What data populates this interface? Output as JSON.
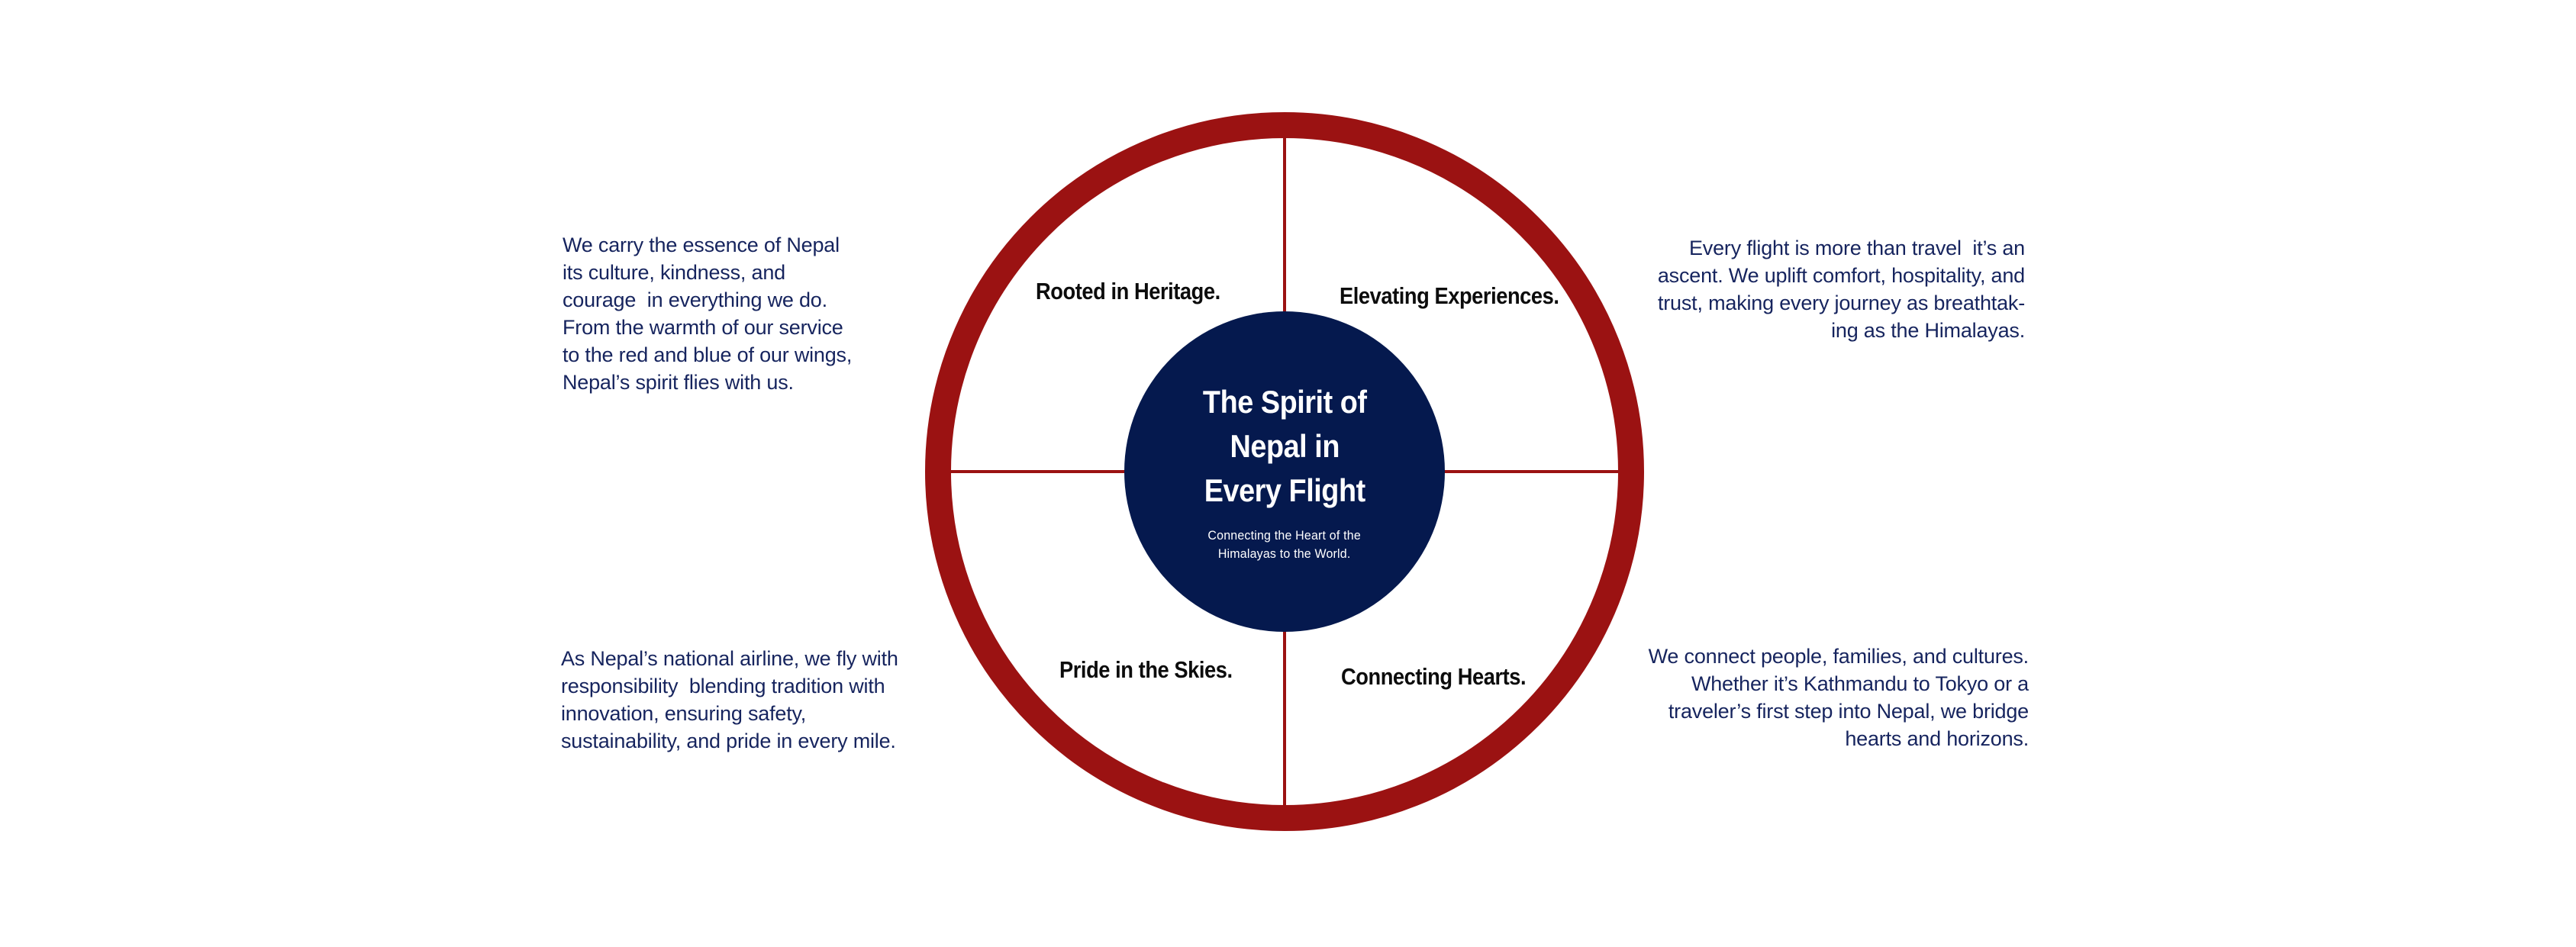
{
  "colors": {
    "background": "#ffffff",
    "ring_red": "#9b1212",
    "line_red": "#9b1212",
    "navy": "#05194e",
    "title_white": "#ffffff",
    "label_black": "#0c0c0c",
    "text_navy": "#16245e"
  },
  "diagram": {
    "center": {
      "title": "The Spirit of\nNepal in\nEvery Flight",
      "subtitle": "Connecting the Heart of the\nHimalayas to the World."
    },
    "quadrants": {
      "top_left": {
        "label": "Rooted in Heritage.",
        "description": "We carry the essence of Nepal\nits culture, kindness, and\ncourage  in everything we do.\nFrom the warmth of our service\nto the red and blue of our wings,\nNepal’s spirit flies with us."
      },
      "top_right": {
        "label": "Elevating Experiences.",
        "description": "Every flight is more than travel  it’s an\nascent. We uplift comfort, hospitality, and\ntrust, making every journey as breathtak-\ning as the Himalayas."
      },
      "bottom_left": {
        "label": "Pride in the Skies.",
        "description": "As Nepal’s national airline, we fly with\nresponsibility  blending tradition with\ninnovation, ensuring safety,\nsustainability, and pride in every mile."
      },
      "bottom_right": {
        "label": "Connecting Hearts.",
        "description": "We connect people, families, and cultures.\nWhether it’s Kathmandu to Tokyo or a\ntraveler’s first step into Nepal, we bridge\nhearts and horizons."
      }
    }
  }
}
